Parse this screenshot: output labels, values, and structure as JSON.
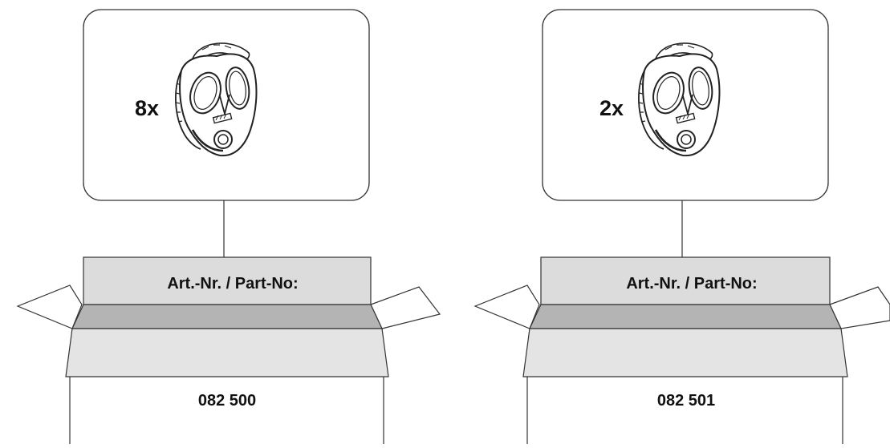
{
  "colors": {
    "stroke": "#333333",
    "box_light": "#dcdcdc",
    "box_mid": "#e4e4e4",
    "box_dark": "#b4b4b4",
    "background": "#ffffff"
  },
  "packages": [
    {
      "quantity": "8x",
      "icon": "face-mask-icon",
      "part_label": "Art.-Nr. / Part-No:",
      "part_number": "082 500"
    },
    {
      "quantity": "2x",
      "icon": "face-mask-icon",
      "part_label": "Art.-Nr. / Part-No:",
      "part_number": "082 501"
    }
  ]
}
